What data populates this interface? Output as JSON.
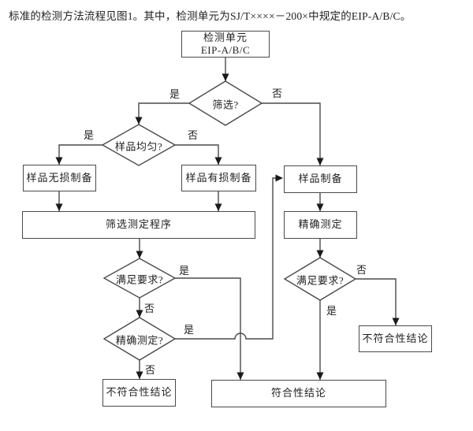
{
  "intro_text": "标准的检测方法流程见图1。其中，检测单元为SJ/T××××－200×中规定的EIP-A/B/C。",
  "flowchart": {
    "nodes": {
      "detection_unit": {
        "title": "检测单元",
        "subtitle": "EIP-A/B/C"
      },
      "screening_decision": "筛选?",
      "sample_uniform_decision": "样品均匀?",
      "nondestructive_prep": "样品无损制备",
      "destructive_prep": "样品有损制备",
      "sample_prep": "样品制备",
      "screening_procedure": "筛选测定程序",
      "precise_measurement": "精确测定",
      "meets_requirement_left": "满足要求?",
      "meets_requirement_right": "满足要求?",
      "precise_measurement_decision": "精确测定?",
      "nonconformity_conclusion_left": "不符合性结论",
      "nonconformity_conclusion_right": "不符合性结论",
      "conformity_conclusion": "符合性结论"
    },
    "branch_labels": {
      "yes": "是",
      "no": "否"
    },
    "colors": {
      "line": "#4a4a4a",
      "arrow": "#1a1a1a",
      "text": "#1f1f1f",
      "background": "#ffffff"
    }
  }
}
